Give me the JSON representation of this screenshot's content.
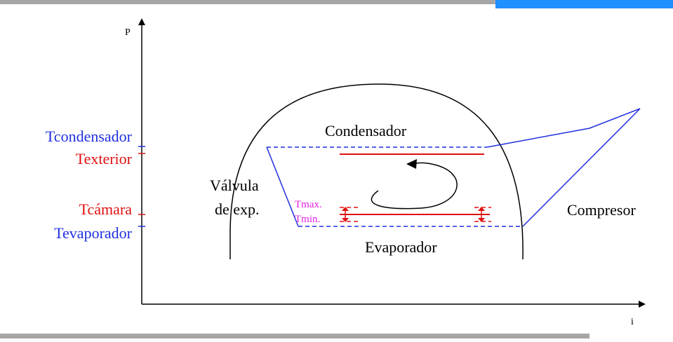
{
  "axes": {
    "y_label": "P",
    "x_label": "i"
  },
  "left_labels": {
    "tcondensador": "Tcondensador",
    "texterior": "Texterior",
    "tcamara": "Tcámara",
    "tevaporador": "Tevaporador"
  },
  "region_labels": {
    "condensador": "Condensador",
    "evaporador": "Evaporador",
    "valvula_line1": "Válvula",
    "valvula_line2": "de exp.",
    "compresor": "Compresor"
  },
  "control_labels": {
    "tmax": "Tmax.",
    "tmin": "Tmin."
  },
  "colors": {
    "blue": "#1f2fe0",
    "red": "#e01010",
    "magenta": "#e020e0",
    "black": "#000000",
    "gray_bar": "#a6a6a6",
    "accent_bar": "#1e90ff"
  }
}
